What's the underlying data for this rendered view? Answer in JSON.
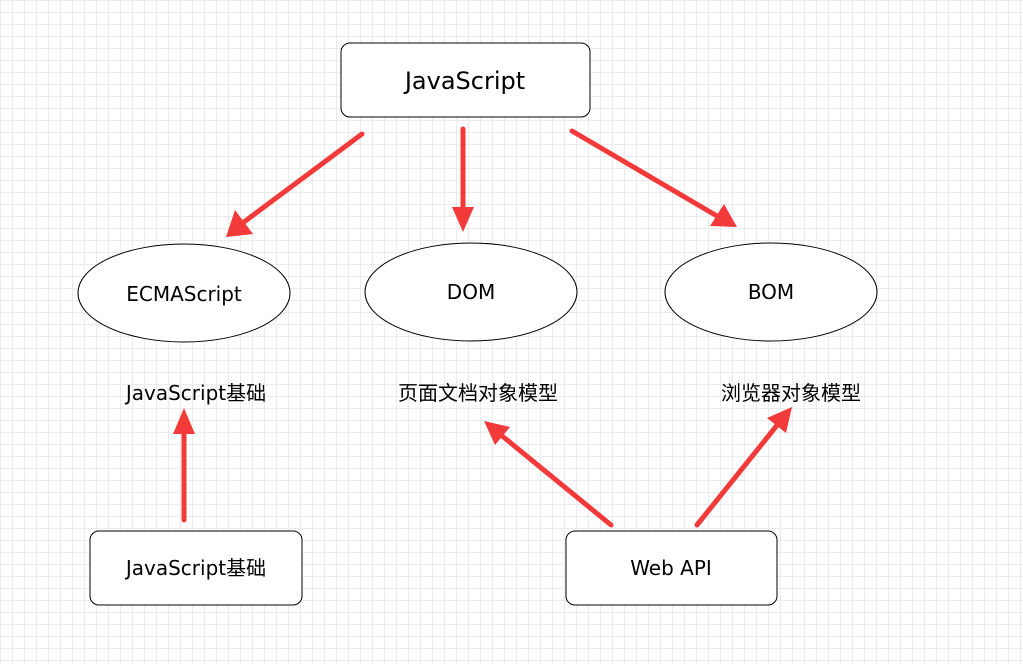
{
  "diagram": {
    "nodes": {
      "top": {
        "label": "JavaScript"
      },
      "ecmascript": {
        "label": "ECMAScript"
      },
      "dom": {
        "label": "DOM"
      },
      "bom": {
        "label": "BOM"
      },
      "ecma_caption": {
        "label": "JavaScript基础"
      },
      "dom_caption": {
        "label": "页面文档对象模型"
      },
      "bom_caption": {
        "label": "浏览器对象模型"
      },
      "js_basics_box": {
        "label": "JavaScript基础"
      },
      "web_api_box": {
        "label": "Web API"
      }
    },
    "colors": {
      "arrow": "#f33a3a",
      "stroke": "#000000",
      "fill": "#ffffff",
      "grid": "#ebebeb"
    }
  }
}
